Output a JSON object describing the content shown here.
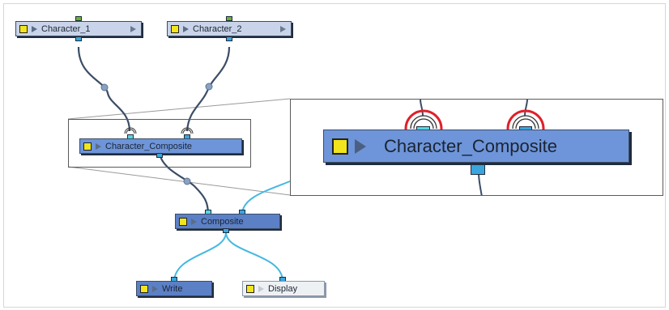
{
  "nodes": {
    "character_1": "Character_1",
    "character_2": "Character_2",
    "character_composite": "Character_Composite",
    "composite": "Composite",
    "write": "Write",
    "display": "Display"
  },
  "zoom": {
    "label": "Character_Composite"
  },
  "colors": {
    "node_blue": "#6e95d9",
    "port_blue": "#3aa6dd",
    "port_green": "#67b62f",
    "highlight_circle": "#e0202a",
    "connector_cyan": "#46b8e0"
  },
  "icons": [
    "enable-toggle-icon",
    "play-arrow-icon",
    "port-circle-icon"
  ]
}
